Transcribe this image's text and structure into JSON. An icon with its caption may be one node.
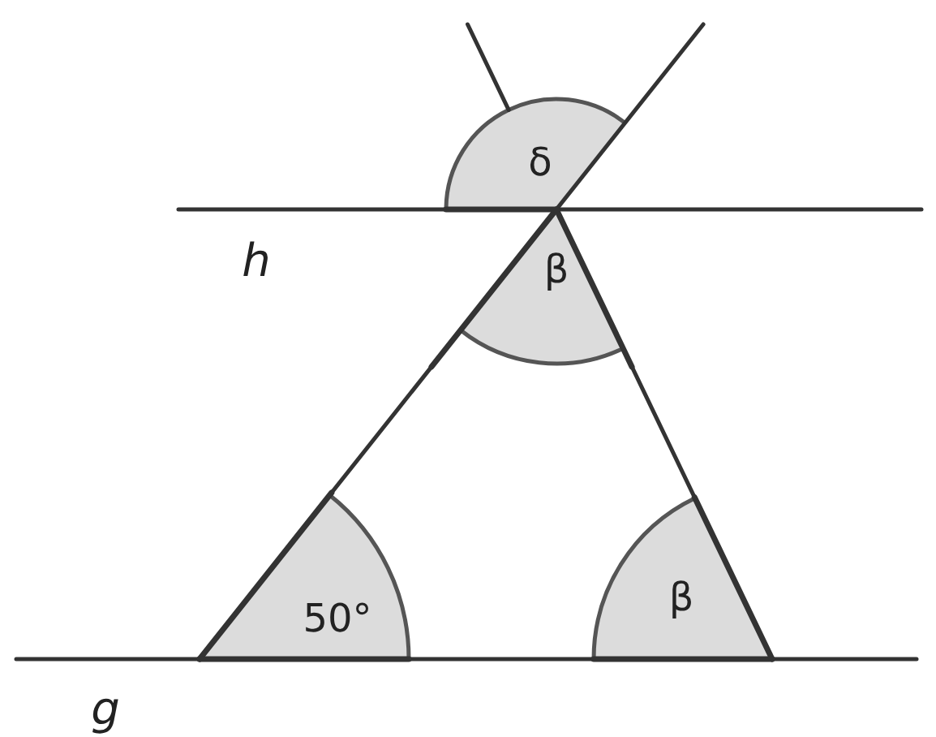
{
  "diagram": {
    "labels": [
      "δ",
      "h",
      "β",
      "50°",
      "β",
      "g"
    ]
  }
}
